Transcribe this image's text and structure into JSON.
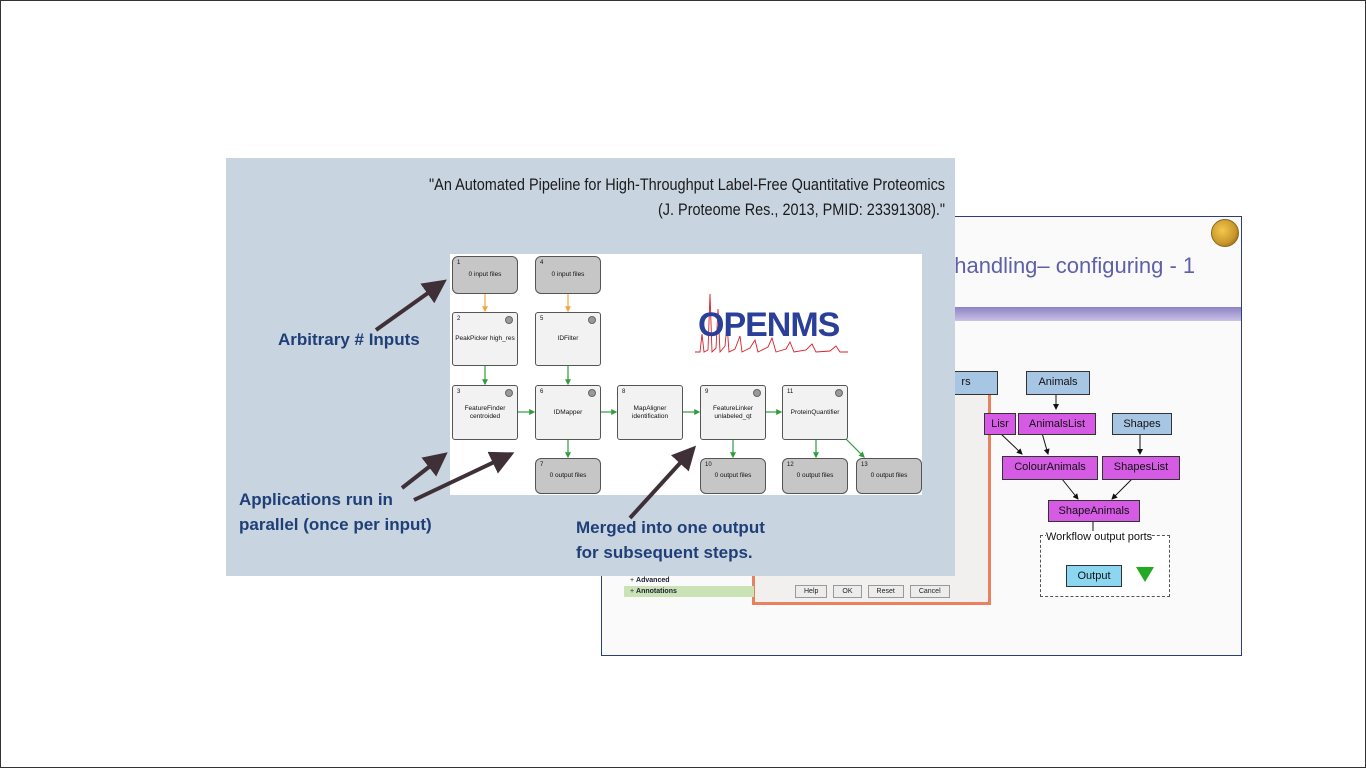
{
  "back_slide": {
    "title": "t handling– configuring - 1",
    "dialog": {
      "close_label": "✕",
      "buttons": [
        "Help",
        "OK",
        "Reset",
        "Cancel"
      ]
    },
    "tree_items": [
      "Advanced",
      "Annotations"
    ],
    "workflow_output_label": "Workflow output ports",
    "nodes": {
      "rs": "rs",
      "animals": "Animals",
      "lisr": "Lisr",
      "animals_list": "AnimalsList",
      "shapes": "Shapes",
      "colour_animals": "ColourAnimals",
      "shapes_list": "ShapesList",
      "shape_animals": "ShapeAnimals",
      "output": "Output"
    }
  },
  "front_slide": {
    "citation_line1": "\"An Automated Pipeline for High-Throughput Label-Free Quantitative Proteomics",
    "citation_line2": "(J. Proteome Res., 2013, PMID: 23391308).\"",
    "annotations": {
      "inputs": "Arbitrary # Inputs",
      "parallel_line1": "Applications run in",
      "parallel_line2": "parallel (once per input)",
      "merged_line1": "Merged into one output",
      "merged_line2": "for subsequent steps."
    },
    "logo_text": "OPENMS",
    "boxes": {
      "b1": {
        "num": "1",
        "label": "0 input files"
      },
      "b4": {
        "num": "4",
        "label": "0 input files"
      },
      "b2": {
        "num": "2",
        "label": "PeakPicker high_res"
      },
      "b5": {
        "num": "5",
        "label": "IDFilter"
      },
      "b3": {
        "num": "3",
        "label": "FeatureFinder centroided"
      },
      "b6": {
        "num": "6",
        "label": "IDMapper"
      },
      "b8": {
        "num": "8",
        "label": "MapAligner identification"
      },
      "b9": {
        "num": "9",
        "label": "FeatureLinker unlabeled_qt"
      },
      "b11": {
        "num": "11",
        "label": "ProteinQuantifier"
      },
      "b7": {
        "num": "7",
        "label": "0 output files"
      },
      "b10": {
        "num": "10",
        "label": "0 output files"
      },
      "b12": {
        "num": "12",
        "label": "0 output files"
      },
      "b13": {
        "num": "13",
        "label": "0 output files"
      }
    }
  },
  "colors": {
    "front_bg": "#c9d4e1",
    "annotation_text": "#1f3f77",
    "arrow": "#3f3038",
    "node_magenta": "#d55ae4",
    "node_blue": "#a7c6e4",
    "node_output": "#8bd7f2",
    "green_edge": "#2f9e3a",
    "orange_edge": "#f0a640"
  }
}
